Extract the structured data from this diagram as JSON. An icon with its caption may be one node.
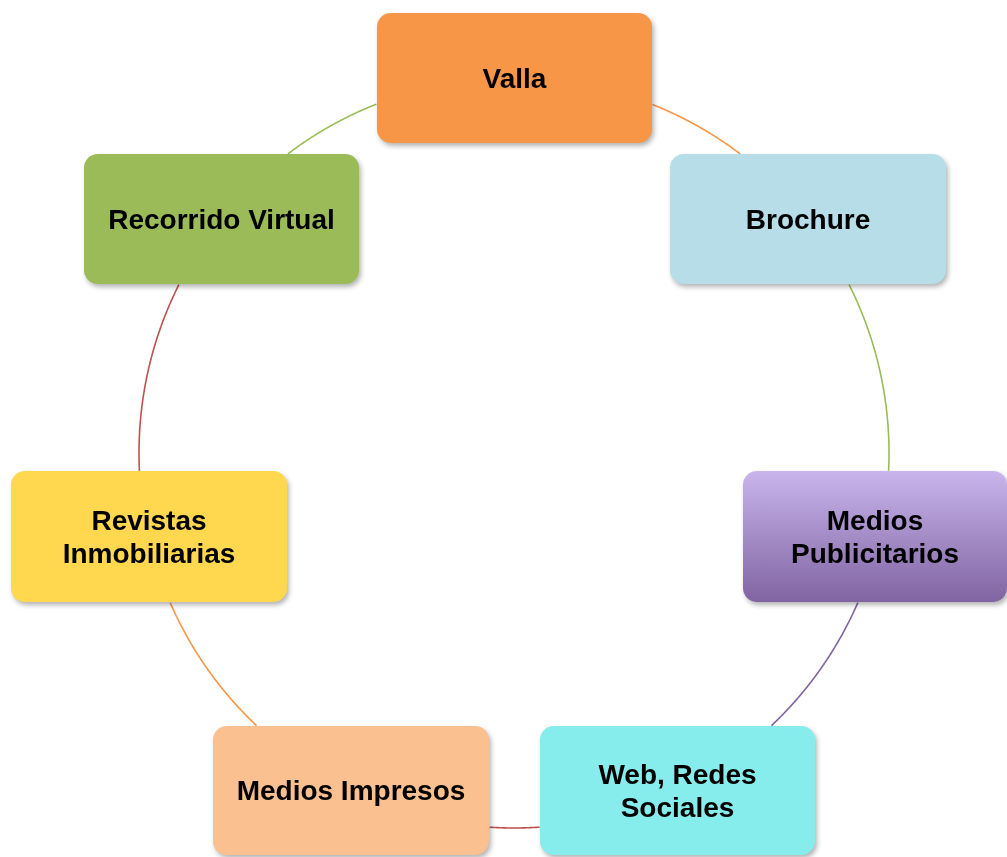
{
  "diagram": {
    "nodes": [
      {
        "text": [
          "Valla"
        ]
      },
      {
        "text": [
          "Brochure"
        ]
      },
      {
        "text": [
          "Medios Publicitarios"
        ]
      },
      {
        "text": [
          "Web, Redes Sociales"
        ]
      },
      {
        "text": [
          "Medios Impresos"
        ]
      },
      {
        "text": [
          "Revistas Inmobiliarias"
        ]
      },
      {
        "text": [
          "Recorrido Virtual"
        ]
      }
    ],
    "edges": [
      {
        "from": 0,
        "to": 1,
        "arrow": "none",
        "color": "#f79646"
      },
      {
        "from": 1,
        "to": 2,
        "arrow": "none",
        "color": "#9bbb59"
      },
      {
        "from": 2,
        "to": 3,
        "arrow": "none",
        "color": "#8064a2"
      },
      {
        "from": 3,
        "to": 4,
        "arrow": "none",
        "color": "#c0504d"
      },
      {
        "from": 4,
        "to": 5,
        "arrow": "none",
        "color": "#f79646"
      },
      {
        "from": 5,
        "to": 6,
        "arrow": "none",
        "color": "#c0504d"
      },
      {
        "from": 6,
        "to": 0,
        "arrow": "none",
        "color": "#9bbb59"
      }
    ]
  }
}
